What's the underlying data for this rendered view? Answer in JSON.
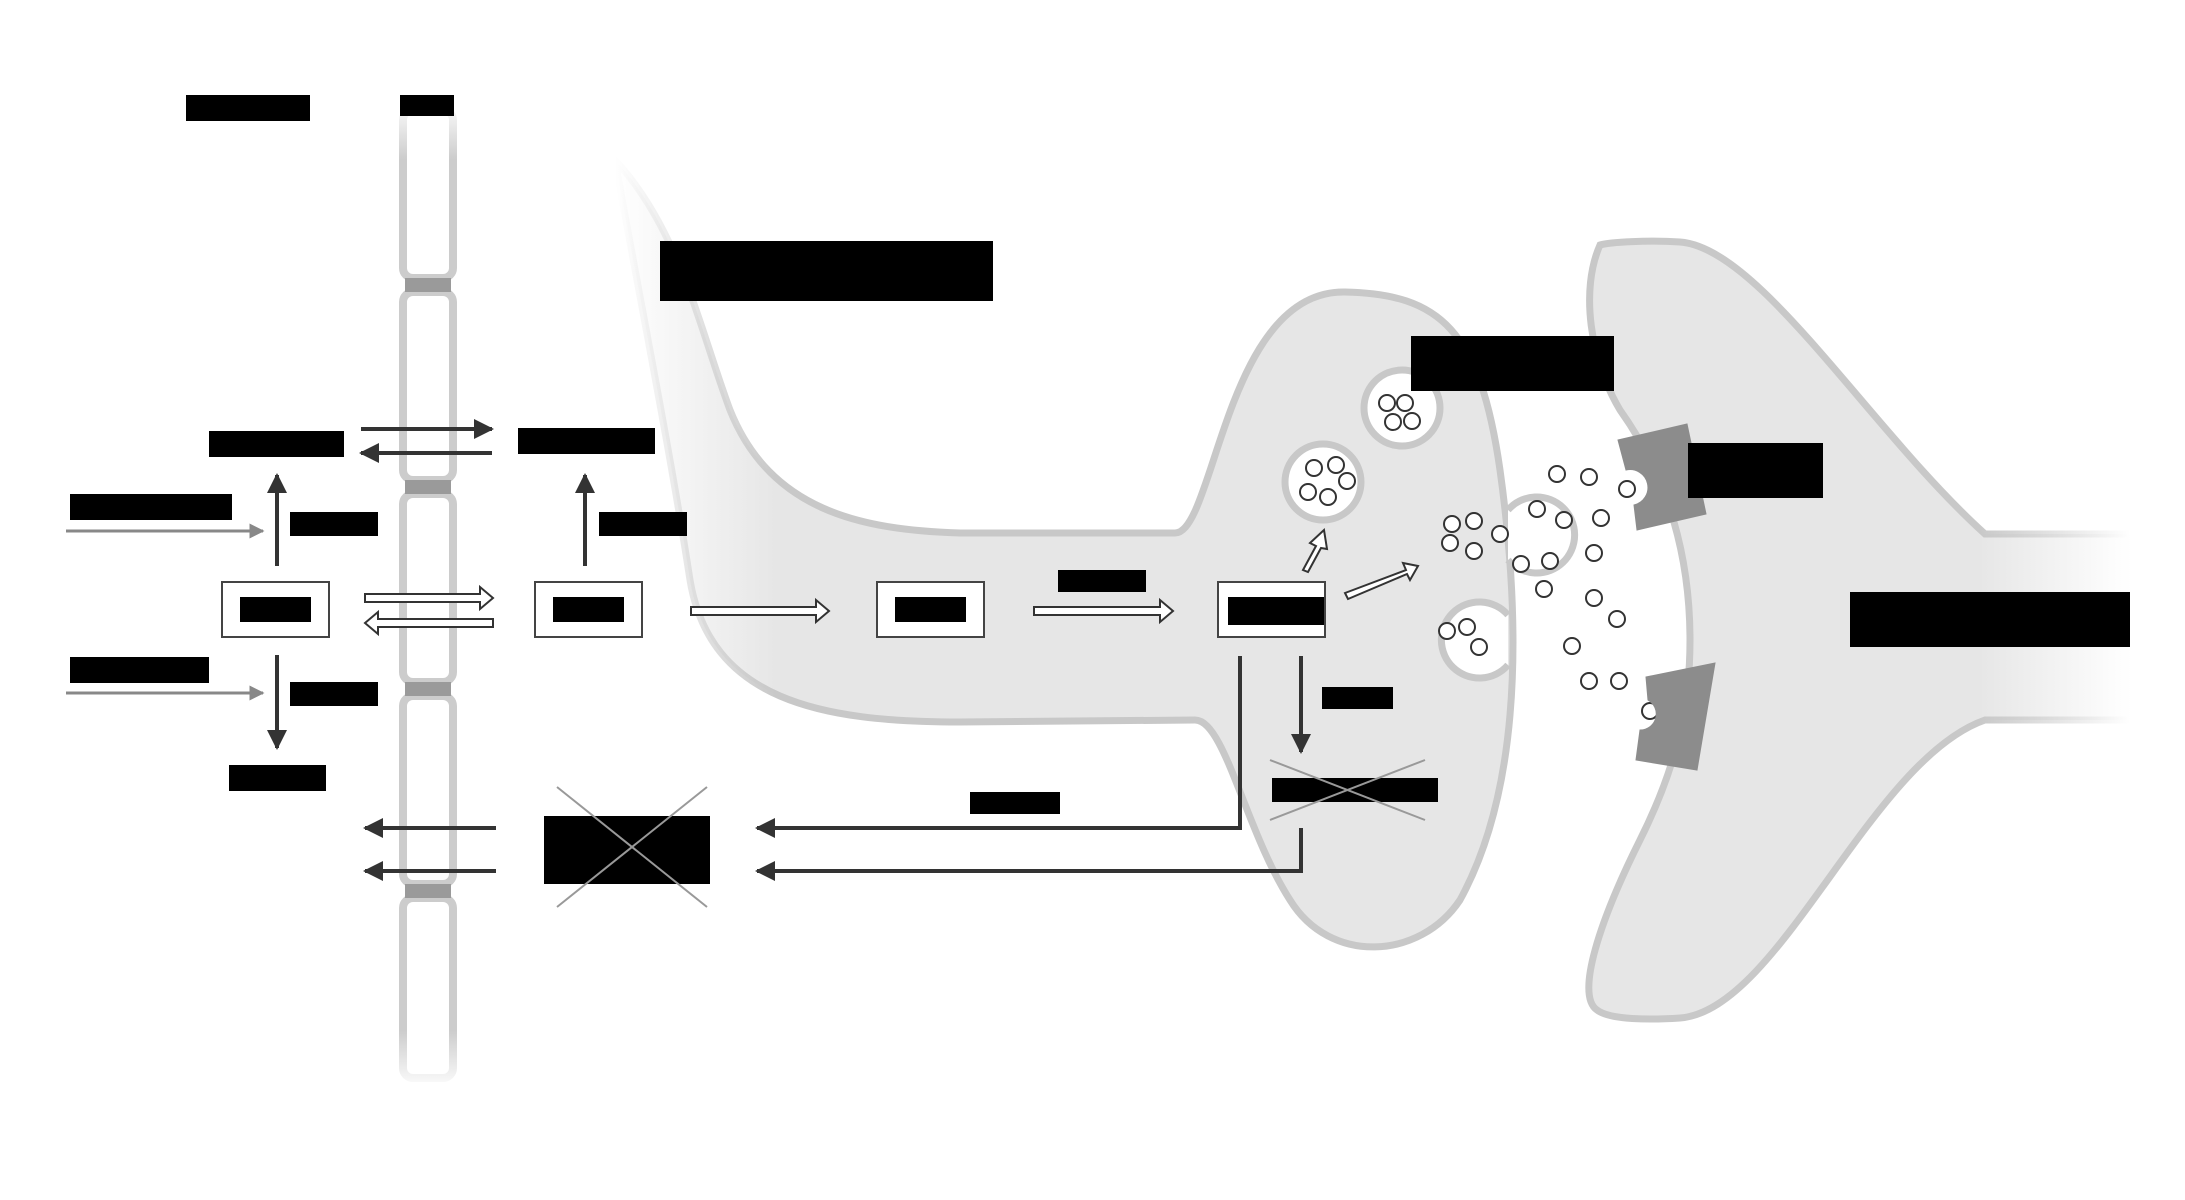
{
  "diagram": {
    "labels": [],
    "colors": {
      "cell_fill": "#e6e6e6",
      "cell_outline": "#c8c8c8",
      "receptor": "#8c8c8c",
      "arrow_dark": "#333333",
      "arrow_grey": "#888888",
      "redaction": "#000000"
    },
    "redacted_label_count": 24,
    "box_count": 5,
    "vesicle_count": 5,
    "receptor_count": 2,
    "crossed_out_count": 2
  }
}
